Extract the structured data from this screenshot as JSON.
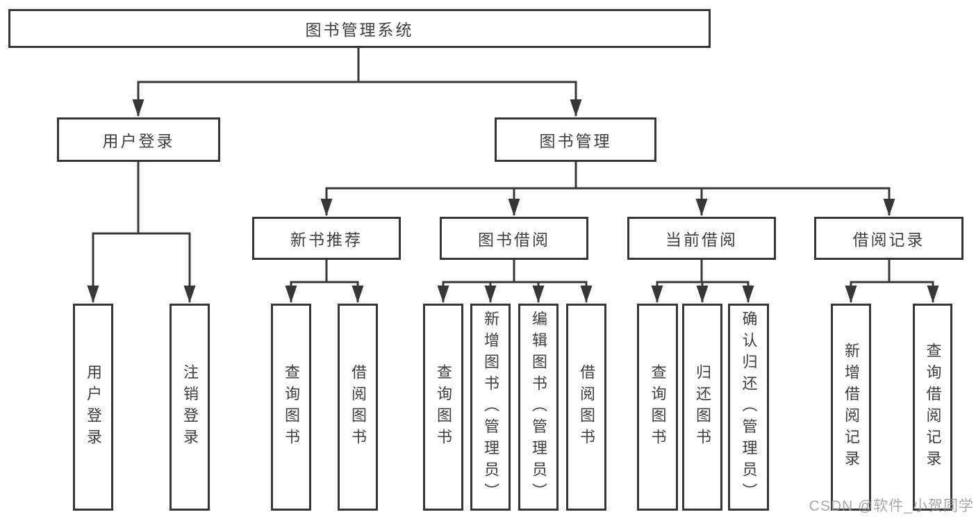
{
  "tree": {
    "root_label": "图书管理系统",
    "branches": [
      {
        "label": "用户登录",
        "leaves": [
          "用户登录",
          "注销登录"
        ]
      },
      {
        "label": "图书管理",
        "sections": [
          {
            "label": "新书推荐",
            "leaves": [
              "查询图书",
              "借阅图书"
            ]
          },
          {
            "label": "图书借阅",
            "leaves": [
              "查询图书",
              "新增图书（管理员）",
              "编辑图书（管理员）",
              "借阅图书"
            ]
          },
          {
            "label": "当前借阅",
            "leaves": [
              "查询图书",
              "归还图书",
              "确认归还（管理员）"
            ]
          },
          {
            "label": "借阅记录",
            "leaves": [
              "新增借阅记录",
              "查询借阅记录"
            ]
          }
        ]
      }
    ]
  },
  "watermark": {
    "text": "CSDN @软件_小贺同学"
  },
  "colors": {
    "line": "#373737",
    "box_border": "#363636",
    "text": "#3e3e3e",
    "watermark": "#989898",
    "background": "#ffffff"
  }
}
